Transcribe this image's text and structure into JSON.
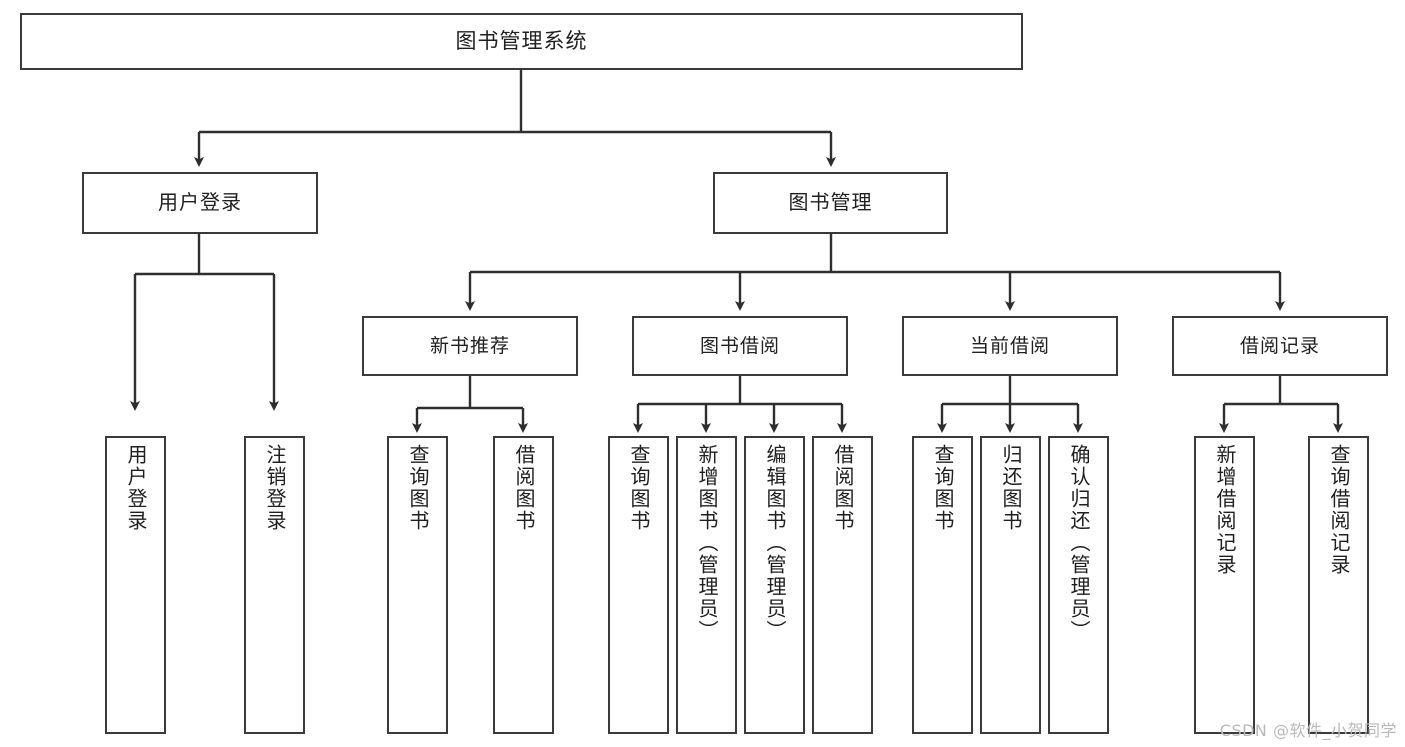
{
  "diagram": {
    "title": "图书管理系统",
    "root": {
      "id": "root",
      "label": "图书管理系统"
    },
    "level2": [
      {
        "id": "user-login",
        "label": "用户登录"
      },
      {
        "id": "book-manage",
        "label": "图书管理"
      }
    ],
    "level3": [
      {
        "id": "new-book-recommend",
        "label": "新书推荐"
      },
      {
        "id": "book-borrow",
        "label": "图书借阅"
      },
      {
        "id": "current-borrow",
        "label": "当前借阅"
      },
      {
        "id": "borrow-record",
        "label": "借阅记录"
      }
    ],
    "leaves": {
      "user_login": [
        {
          "id": "leaf-user-login",
          "label": "用户登录"
        },
        {
          "id": "leaf-user-logout",
          "label": "注销登录"
        }
      ],
      "new_book_recommend": [
        {
          "id": "leaf-query-book-1",
          "label": "查询图书"
        },
        {
          "id": "leaf-borrow-book-1",
          "label": "借阅图书"
        }
      ],
      "book_borrow": [
        {
          "id": "leaf-query-book-2",
          "label": "查询图书"
        },
        {
          "id": "leaf-add-book",
          "label": "新增图书（管理员）"
        },
        {
          "id": "leaf-edit-book",
          "label": "编辑图书（管理员）"
        },
        {
          "id": "leaf-borrow-book-2",
          "label": "借阅图书"
        }
      ],
      "current_borrow": [
        {
          "id": "leaf-query-book-3",
          "label": "查询图书"
        },
        {
          "id": "leaf-return-book",
          "label": "归还图书"
        },
        {
          "id": "leaf-confirm-return",
          "label": "确认归还（管理员）"
        }
      ],
      "borrow_record": [
        {
          "id": "leaf-add-record",
          "label": "新增借阅记录"
        },
        {
          "id": "leaf-query-record",
          "label": "查询借阅记录"
        }
      ]
    }
  },
  "watermark": {
    "text": "CSDN @软件_小贺同学"
  },
  "colors": {
    "stroke": "#3a3a3a",
    "text": "#1f1f1f",
    "background": "#ffffff",
    "watermark": "#b9b9b9"
  }
}
